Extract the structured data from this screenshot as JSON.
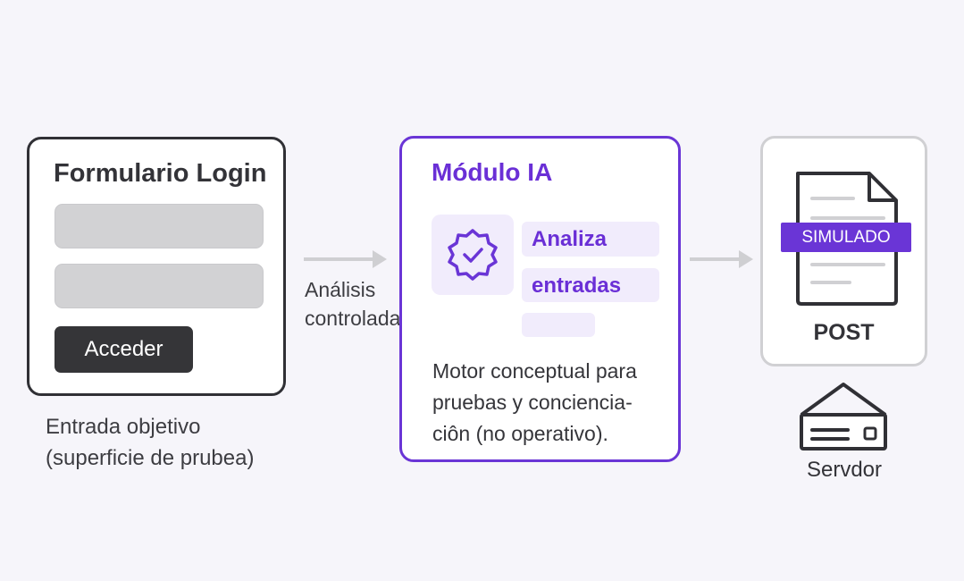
{
  "login_form": {
    "title": "Formulario Login",
    "button_label": "Acceder",
    "caption_line1": "Entrada objetivo",
    "caption_line2": "(superficie de prubea)"
  },
  "arrow_label": {
    "line1": "Análisis",
    "line2": "controlada"
  },
  "ai_module": {
    "title": "Módulo IA",
    "chips": [
      "Analiza",
      "entradas"
    ],
    "description_line1": "Motor conceptual para",
    "description_line2": "pruebas y conciencia-",
    "description_line3": "ciôn (no operativo).",
    "icon": "verified-badge-icon"
  },
  "post_box": {
    "badge": "SIMULADO",
    "label": "POST",
    "icon": "document-icon"
  },
  "server": {
    "label": "Servdor",
    "icon": "server-icon"
  },
  "colors": {
    "accent": "#6a35d6",
    "dark": "#303035",
    "chip_bg": "#f1ecfc",
    "arrow": "#cfcfd2",
    "background": "#f6f5fa"
  }
}
